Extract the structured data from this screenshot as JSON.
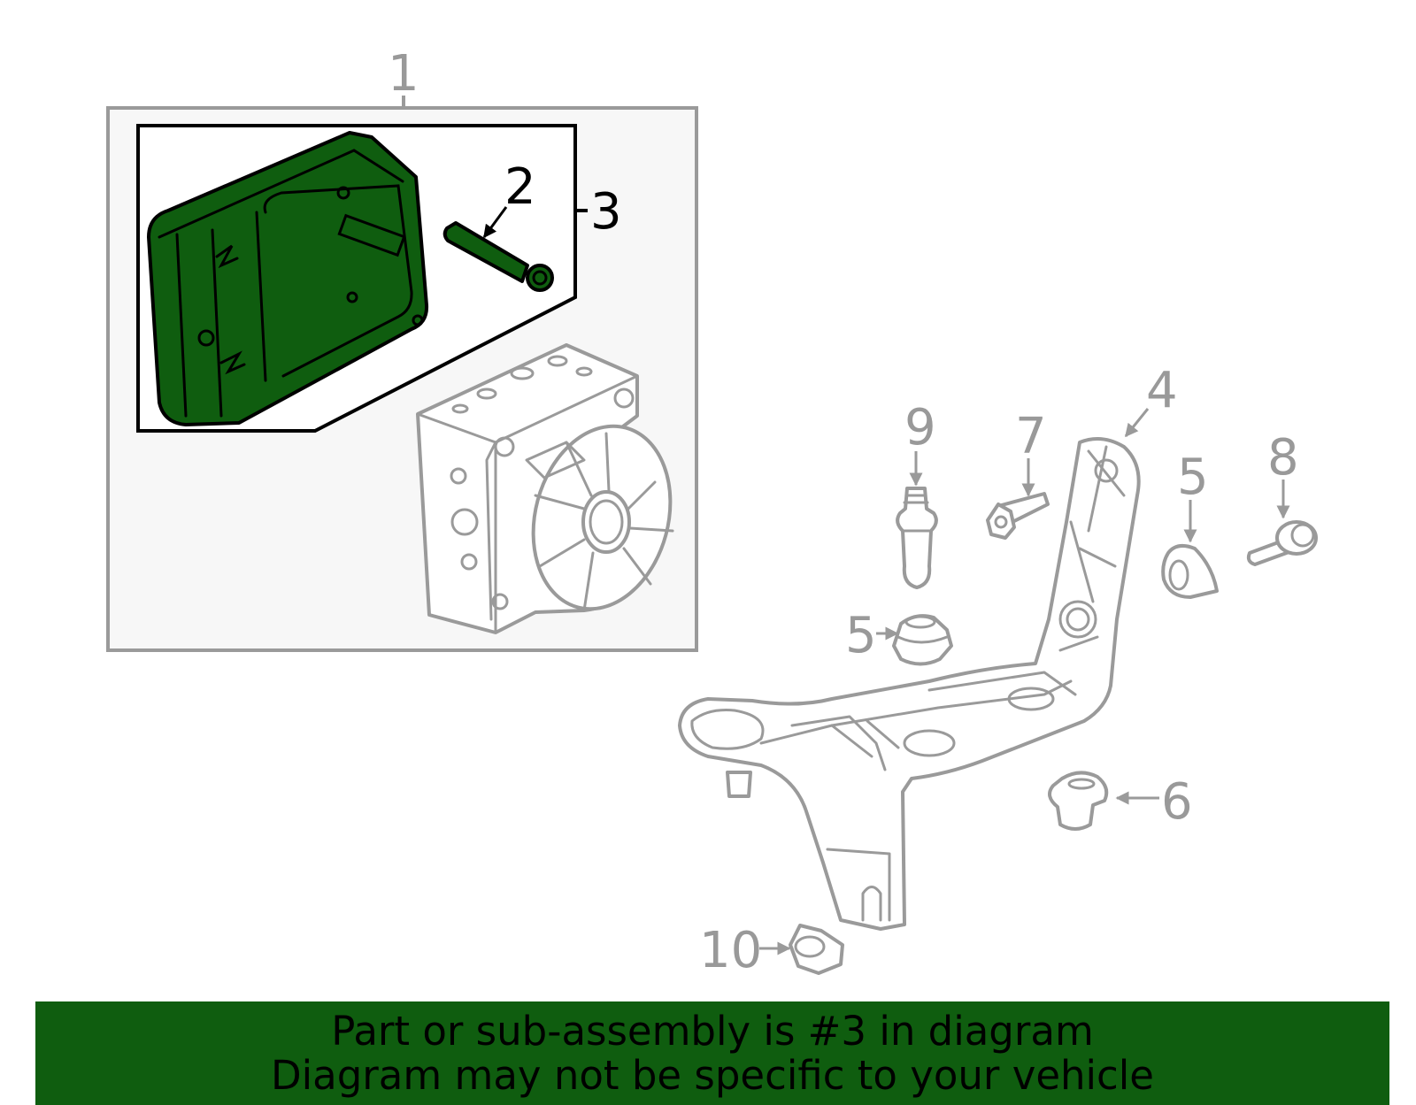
{
  "callouts": {
    "c1": "1",
    "c2": "2",
    "c3": "3",
    "c4": "4",
    "c5a": "5",
    "c5b": "5",
    "c6": "6",
    "c7": "7",
    "c8": "8",
    "c9": "9",
    "c10": "10"
  },
  "highlight": {
    "part": "3",
    "color": "#0f5d0f"
  },
  "banner": {
    "line1": "Part or sub-assembly is #3 in diagram",
    "line2": "Diagram may not be specific to your vehicle"
  }
}
